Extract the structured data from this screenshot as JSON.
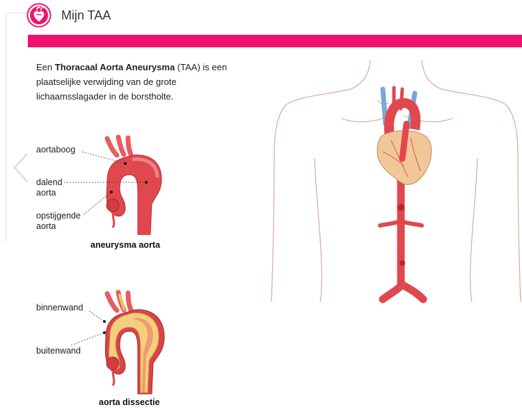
{
  "header": {
    "title": "Mijn TAA",
    "logo_icon": "heart-logo-icon",
    "accent_color": "#f0126e"
  },
  "intro": {
    "prefix": "Een ",
    "term": "Thoracaal Aorta Aneurysma",
    "suffix": " (TAA) is een plaatselijke verwijding van de grote lichaamsslagader in de borstholte."
  },
  "diagram1": {
    "labels": {
      "aortaboog": "aortaboog",
      "dalend": "dalend",
      "dalend2": "aorta",
      "opstijgende": "opstijgende",
      "opstijgende2": "aorta"
    },
    "caption": "aneurysma aorta"
  },
  "diagram2": {
    "labels": {
      "binnenwand": "binnenwand",
      "buitenwand": "buitenwand"
    },
    "caption": "aorta dissectie"
  },
  "navigation": {
    "prev_icon": "chevron-left-icon"
  }
}
